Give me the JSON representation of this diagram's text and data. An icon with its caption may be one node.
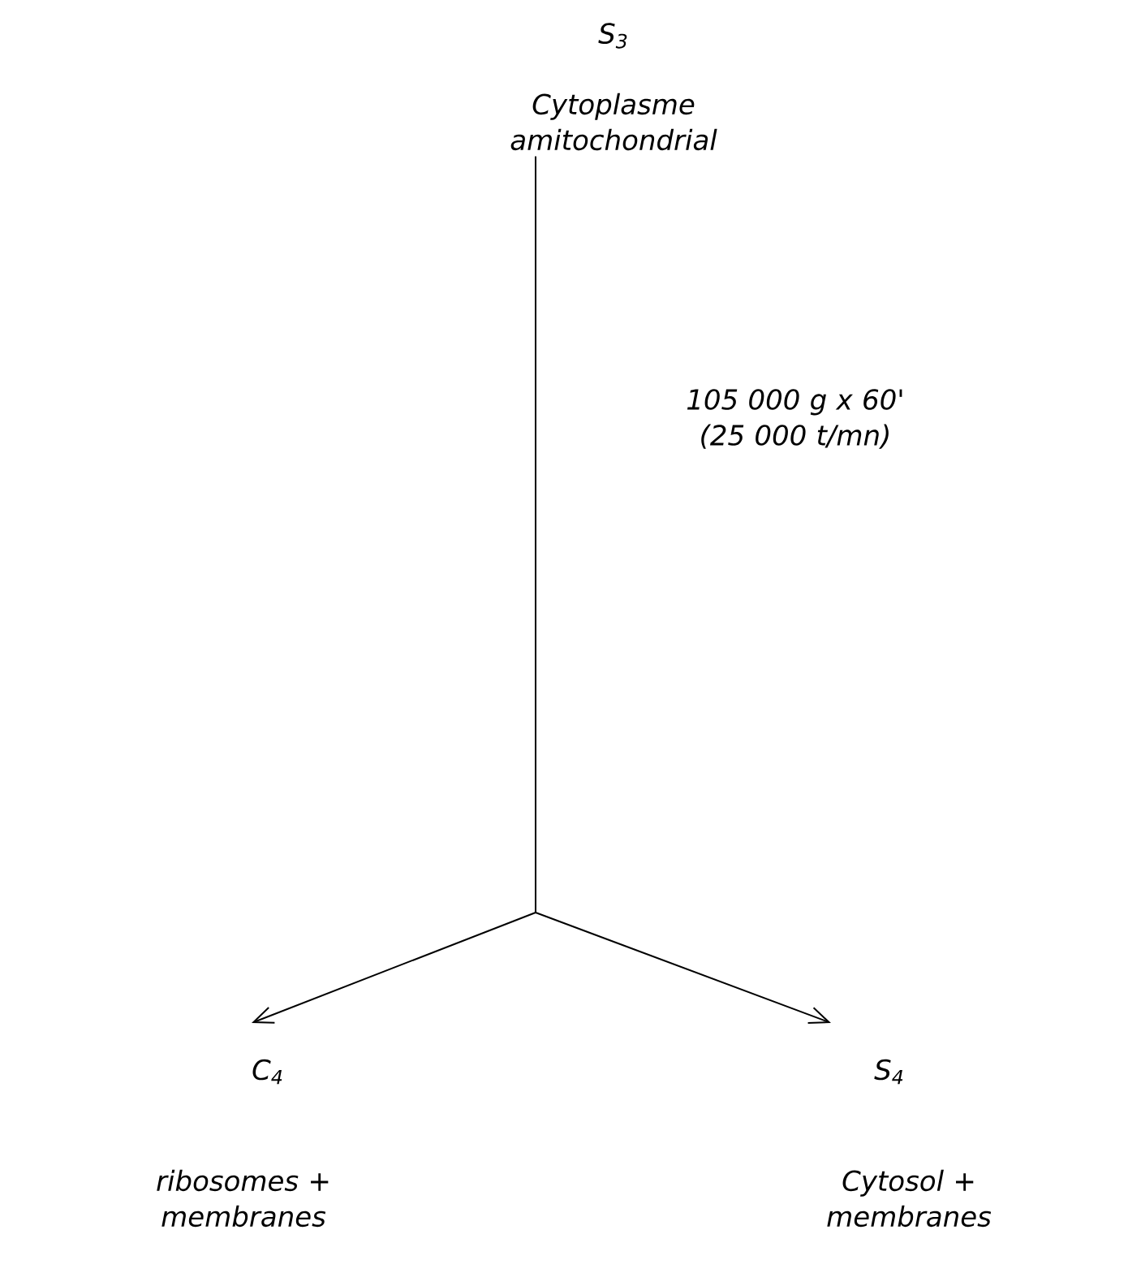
{
  "diagram": {
    "nodes": [
      {
        "text": [
          "S$_{3}$",
          "Cytoplasme amitochondrial"
        ]
      },
      {
        "text": [
          "C$_{4}$",
          "ribosomes + membranes"
        ]
      },
      {
        "text": [
          "S$_{4}$",
          "Cytosol + membranes"
        ]
      }
    ],
    "edges": [
      {
        "from": 0,
        "to": 1,
        "arrow": "to"
      },
      {
        "from": 0,
        "to": 2,
        "arrow": "to"
      }
    ],
    "labels": [
      "105 000 g x 60' (25 000 t/mn)"
    ]
  }
}
